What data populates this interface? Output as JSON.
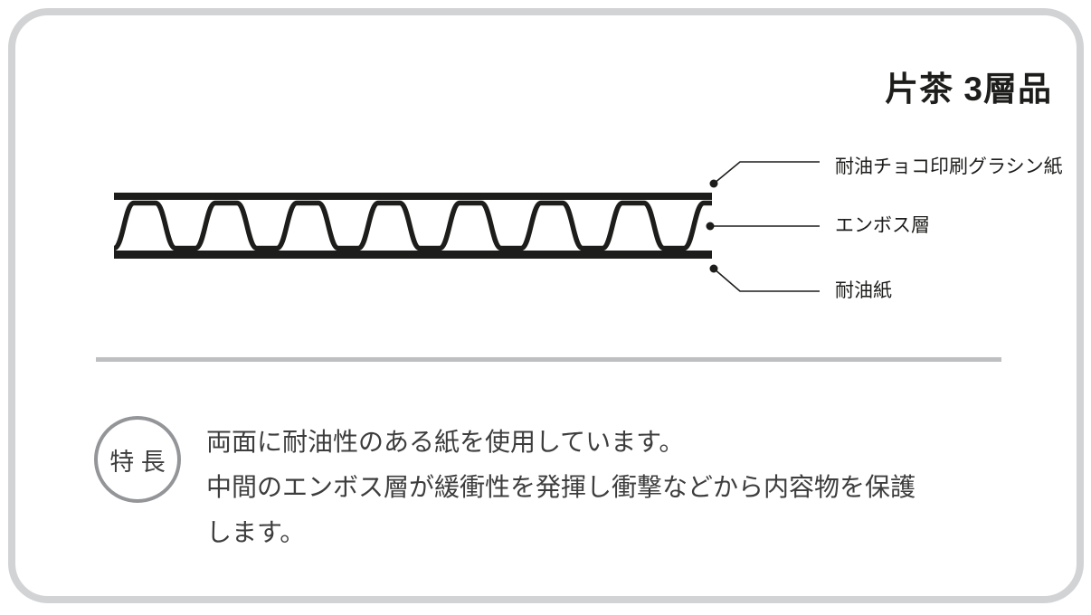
{
  "card": {
    "title": "片茶 3層品",
    "diagram": {
      "layer_labels": [
        {
          "label": "耐油チョコ印刷グラシン紙"
        },
        {
          "label": "エンボス層"
        },
        {
          "label": "耐油紙"
        }
      ]
    },
    "feature": {
      "badge": "特 長",
      "lines": [
        "両面に耐油性のある紙を使用しています。",
        "中間のエンボス層が緩衝性を発揮し衝撃などから内容物を保護",
        "します。"
      ]
    },
    "colors": {
      "card_border": "#d2d3d5",
      "divider": "#bdbfc1",
      "badge_stroke": "#939598",
      "ink": "#1d1d1b",
      "body_text": "#3d3d3d"
    }
  }
}
